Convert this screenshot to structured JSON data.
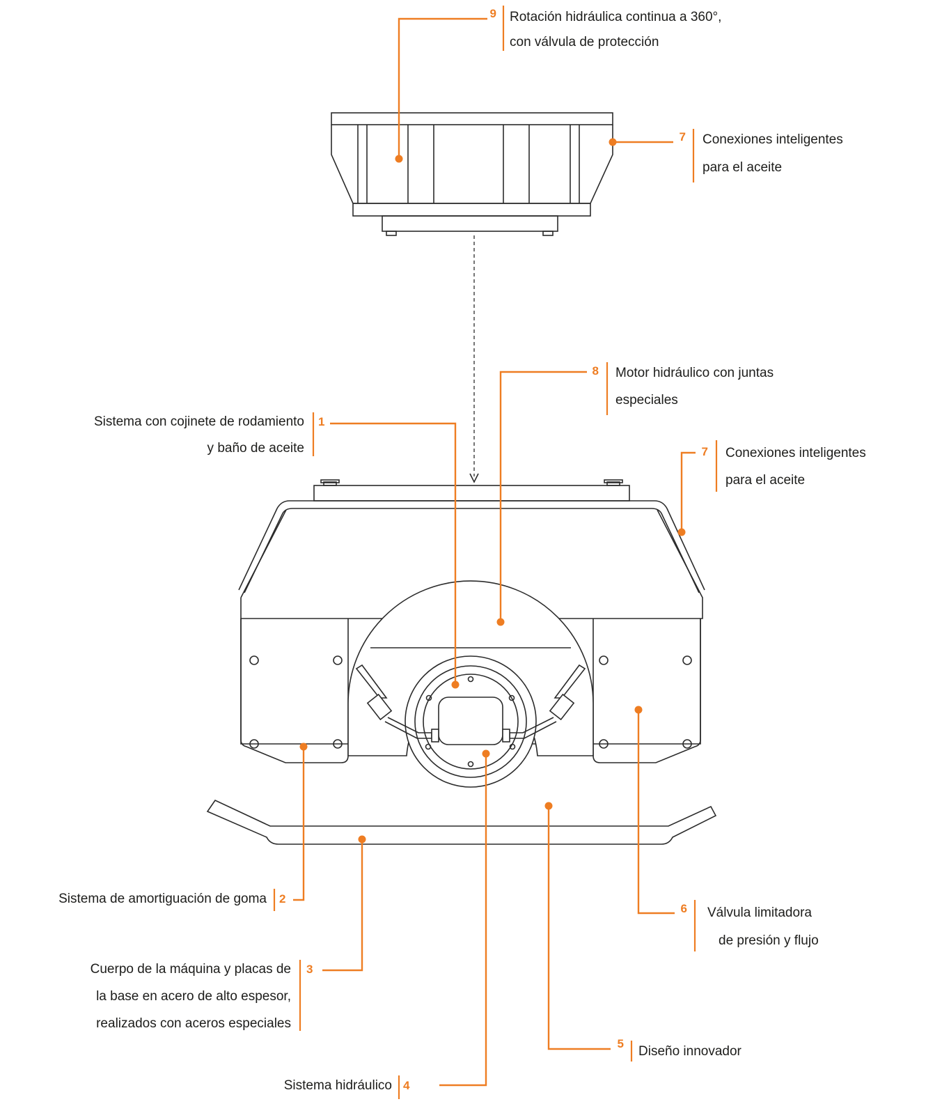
{
  "colors": {
    "accent": "#ee7d22",
    "line": "#2b2b2b",
    "text": "#1d1d1b"
  },
  "callouts": {
    "c9": {
      "num": "9",
      "lines": [
        "Rotación hidráulica continua a 360°,",
        "con válvula de protección"
      ]
    },
    "c7a": {
      "num": "7",
      "lines": [
        "Conexiones inteligentes",
        "para el aceite"
      ]
    },
    "c8": {
      "num": "8",
      "lines": [
        "Motor hidráulico con juntas",
        "especiales"
      ]
    },
    "c1": {
      "num": "1",
      "lines": [
        "Sistema con cojinete de rodamiento",
        "y baño de aceite"
      ]
    },
    "c7b": {
      "num": "7",
      "lines": [
        "Conexiones inteligentes",
        "para el aceite"
      ]
    },
    "c2": {
      "num": "2",
      "lines": [
        "Sistema de amortiguación de goma"
      ]
    },
    "c6": {
      "num": "6",
      "lines": [
        "Válvula limitadora",
        "de presión y flujo"
      ]
    },
    "c3": {
      "num": "3",
      "lines": [
        "Cuerpo de la máquina y placas de",
        "la base en acero de alto espesor,",
        "realizados con aceros especiales"
      ]
    },
    "c5": {
      "num": "5",
      "lines": [
        "Diseño innovador"
      ]
    },
    "c4": {
      "num": "4",
      "lines": [
        "Sistema hidráulico"
      ]
    }
  }
}
